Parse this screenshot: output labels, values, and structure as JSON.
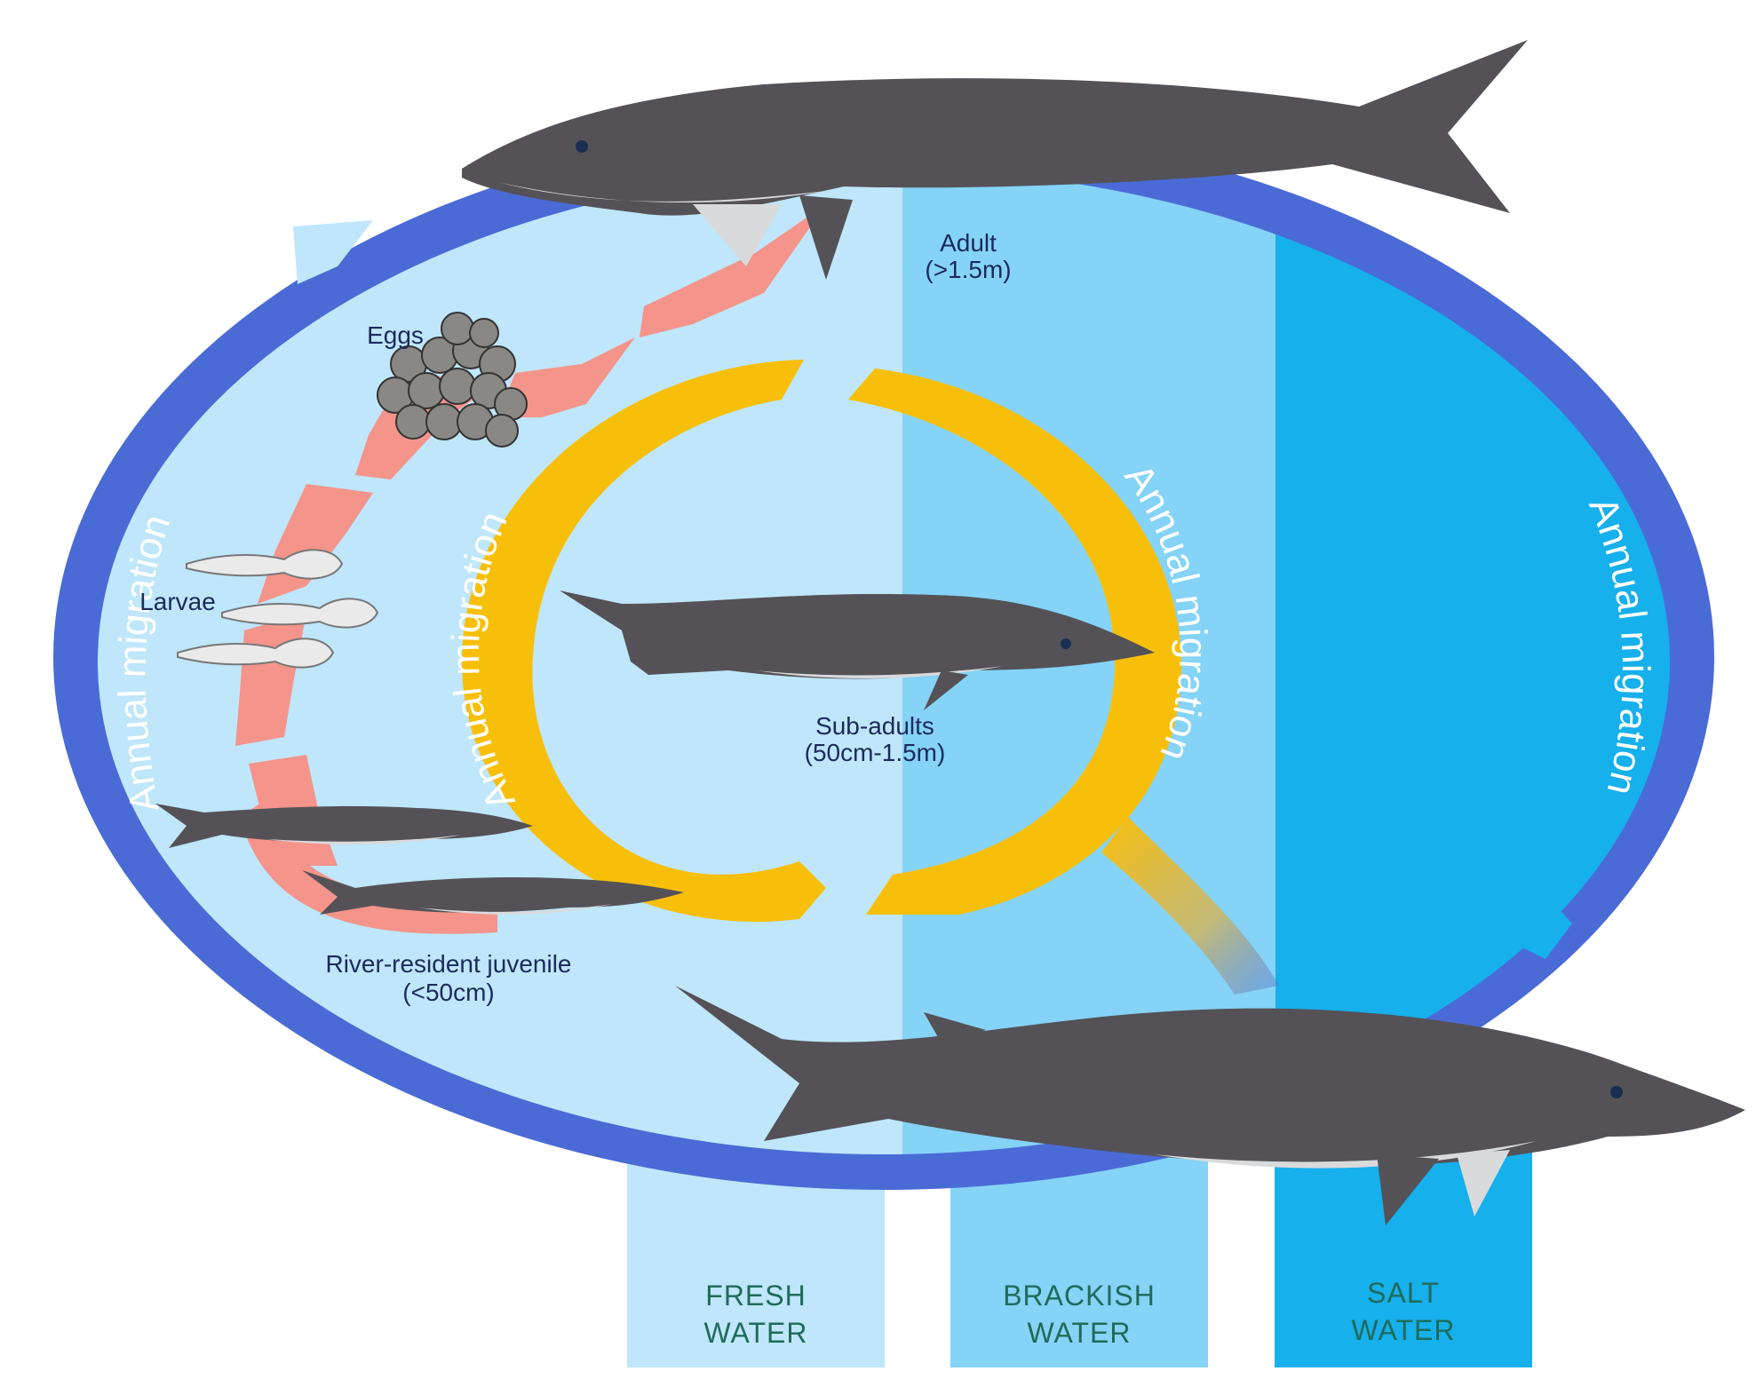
{
  "labels": {
    "adult": "Adult",
    "adult_size": "(>1.5m)",
    "eggs": "Eggs",
    "larvae": "Larvae",
    "sub_adults": "Sub-adults",
    "sub_adults_size": "(50cm-1.5m)",
    "juvenile": "River-resident juvenile",
    "juvenile_size": "(<50cm)",
    "migration_outer_left": "Annual migration",
    "migration_outer_right": "Annual migration",
    "migration_inner_left": "Annual migration",
    "migration_inner_right": "Annual migration"
  },
  "zones": [
    {
      "line1": "FRESH",
      "line2": "WATER"
    },
    {
      "line1": "BRACKISH",
      "line2": "WATER"
    },
    {
      "line1": "SALT",
      "line2": "WATER"
    }
  ],
  "colors": {
    "outer_ring": "#4a6bd6",
    "fresh_water": "#bfe6fa",
    "brackish_water": "#85d3f6",
    "salt_water": "#16b0ec",
    "inner_cycle": "#f8bf0a",
    "development_arrow": "#f4948a",
    "fish_body": "#545257",
    "fish_belly": "#d9dadc",
    "zone_text": "#1f6b5a",
    "stage_text": "#1b2a5c"
  }
}
